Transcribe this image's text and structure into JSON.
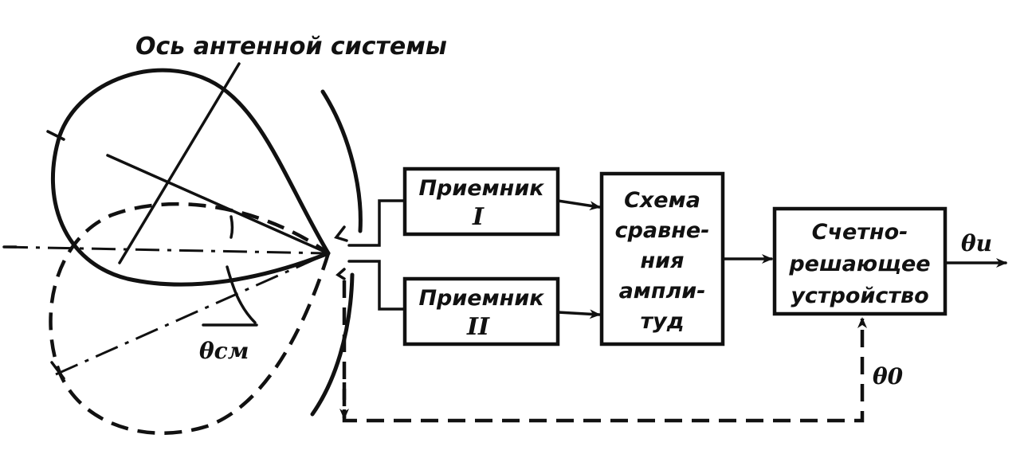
{
  "diagram": {
    "axis_title": "Ось антенной системы",
    "blocks": {
      "receiver1": {
        "line1": "Приемник",
        "line2": "I"
      },
      "receiver2": {
        "line1": "Приемник",
        "line2": "II"
      },
      "comparator": {
        "lines": [
          "Схема",
          "сравне-",
          "ния",
          "ампли-",
          "туд"
        ]
      },
      "computer": {
        "lines": [
          "Счетно-",
          "решающее",
          "устройство"
        ]
      }
    },
    "labels": {
      "theta_sm": "θсм",
      "theta_u": "θи",
      "theta_0": "θ0"
    }
  }
}
